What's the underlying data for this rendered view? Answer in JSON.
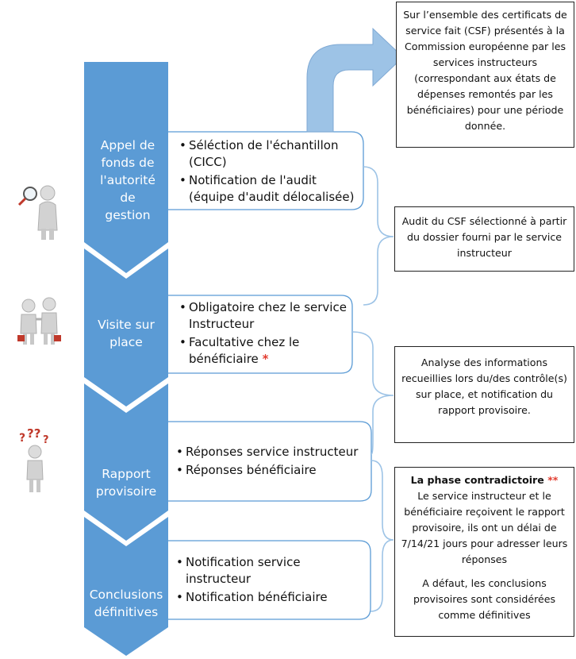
{
  "colors": {
    "chevron": "#5b9bd5",
    "arrow": "#9dc3e6",
    "bracket": "#9dc3e6",
    "star": "#e23b2e"
  },
  "steps": [
    {
      "label": "Appel de fonds de l'autorité de gestion",
      "icon": "magnifier-person-icon",
      "items": [
        "Séléction de l'échantillon (CICC)",
        "Notification de l'audit (équipe d'audit délocalisée)"
      ]
    },
    {
      "label": "Visite sur place",
      "icon": "handshake-people-icon",
      "items": [
        "Obligatoire chez le service Instructeur",
        "Facultative chez le bénéficiaire"
      ],
      "star": "*"
    },
    {
      "label": "Rapport provisoire",
      "icon": "question-person-icon",
      "items": [
        "Réponses service instructeur",
        "Réponses bénéficiaire"
      ]
    },
    {
      "label": "Conclusions définitives",
      "icon": "",
      "items": [
        "Notification service instructeur",
        "Notification bénéficiaire"
      ]
    }
  ],
  "notes": [
    {
      "text": "Sur l’ensemble des certificats de service fait (CSF) présentés à la Commission européenne par les services instructeurs (correspondant aux états de dépenses remontés par les bénéficiaires) pour une période donnée."
    },
    {
      "text": "Audit du CSF sélectionné à partir du dossier fourni par le service instructeur"
    },
    {
      "text": "Analyse des informations recueillies lors du/des contrôle(s) sur place, et notification du rapport provisoire."
    },
    {
      "title": "La phase contradictoire",
      "title_star": "**",
      "text": "Le service instructeur et le bénéficiaire reçoivent le rapport provisoire, ils ont un délai de 7/14/21 jours pour adresser leurs réponses",
      "text2": "A défaut, les conclusions provisoires sont considérées comme définitives"
    }
  ]
}
